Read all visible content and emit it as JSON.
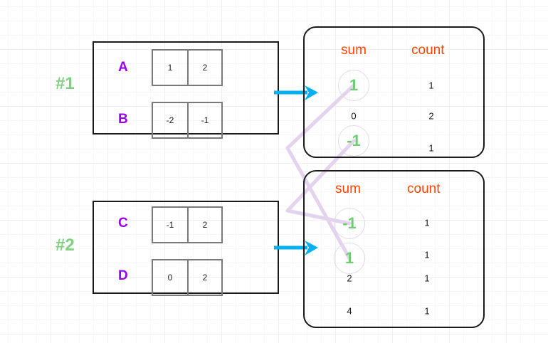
{
  "diagram": {
    "title": "shuffle-grouping-sum-count",
    "colors": {
      "accent_header": "#ff4500",
      "highlight_value": "#6fce6f",
      "group_label": "#7fd07f",
      "row_letter": "#9900ef",
      "arrow": "#00b0f0",
      "link": "#e3d3ee",
      "box_border": "#1a1a1a",
      "cell_border": "#7a7a7a"
    },
    "groups": [
      {
        "label": "#1",
        "rows": [
          {
            "name": "A",
            "cells": [
              "1",
              "2"
            ]
          },
          {
            "name": "B",
            "cells": [
              "-2",
              "-1"
            ]
          }
        ]
      },
      {
        "label": "#2",
        "rows": [
          {
            "name": "C",
            "cells": [
              "-1",
              "2"
            ]
          },
          {
            "name": "D",
            "cells": [
              "0",
              "2"
            ]
          }
        ]
      }
    ],
    "results": [
      {
        "id": "result-top",
        "headers": {
          "sum": "sum",
          "count": "count"
        },
        "rows": [
          {
            "sum": "1",
            "count": "1",
            "highlight": true
          },
          {
            "sum": "0",
            "count": "2",
            "highlight": false
          },
          {
            "sum": "-1",
            "count": "1",
            "highlight": true
          }
        ]
      },
      {
        "id": "result-bottom",
        "headers": {
          "sum": "sum",
          "count": "count"
        },
        "rows": [
          {
            "sum": "-1",
            "count": "1",
            "highlight": true
          },
          {
            "sum": "1",
            "count": "1",
            "highlight": true
          },
          {
            "sum": "2",
            "count": "1",
            "highlight": false
          },
          {
            "sum": "4",
            "count": "1",
            "highlight": false
          }
        ]
      }
    ],
    "arrows": [
      {
        "name": "arrow-group1-to-result-top"
      },
      {
        "name": "arrow-group2-to-result-bottom"
      }
    ],
    "links": [
      {
        "name": "link-sum-1",
        "from": "result-top.row0",
        "to": "result-bottom.row1"
      },
      {
        "name": "link-sum-minus1",
        "from": "result-top.row2",
        "to": "result-bottom.row0"
      }
    ]
  }
}
